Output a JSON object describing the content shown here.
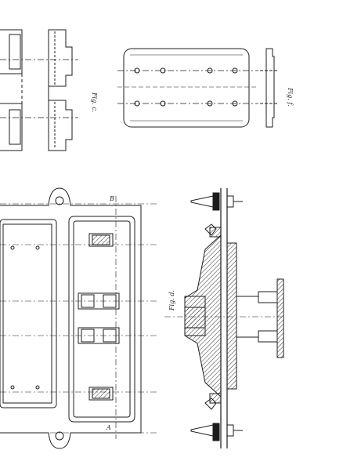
{
  "sheet": {
    "paper_color": "#ffffff",
    "ink_color": "#1c1c1c",
    "hatch_color": "#333333"
  },
  "figures": {
    "fig_c": {
      "label": "Fig. c."
    },
    "fig_f": {
      "label": "Fig. f."
    },
    "fig_d": {
      "label": "Fig. d."
    }
  },
  "section_marks": {
    "top": "B",
    "bottom": "A"
  }
}
